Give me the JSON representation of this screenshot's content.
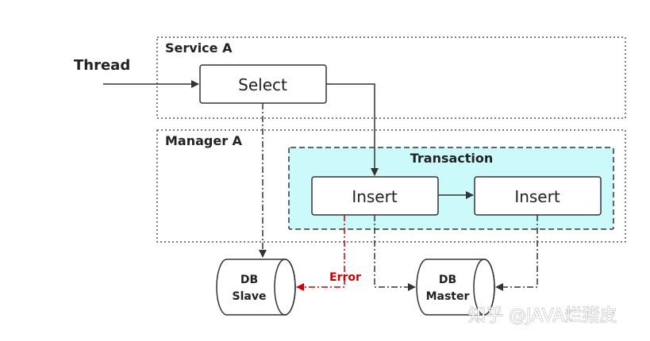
{
  "thread": {
    "label": "Thread"
  },
  "service_a": {
    "label": "Service A"
  },
  "manager_a": {
    "label": "Manager A"
  },
  "transaction": {
    "label": "Transaction"
  },
  "nodes": {
    "select": "Select",
    "insert_1": "Insert",
    "insert_2": "Insert"
  },
  "db_slave": {
    "line1": "DB",
    "line2": "Slave"
  },
  "db_master": {
    "line1": "DB",
    "line2": "Master"
  },
  "error_label": "Error",
  "watermark": "知乎 @JAVA烂猪皮",
  "colors": {
    "transaction_fill": "#ccfafa",
    "error": "#cc0000",
    "line": "#333333"
  }
}
